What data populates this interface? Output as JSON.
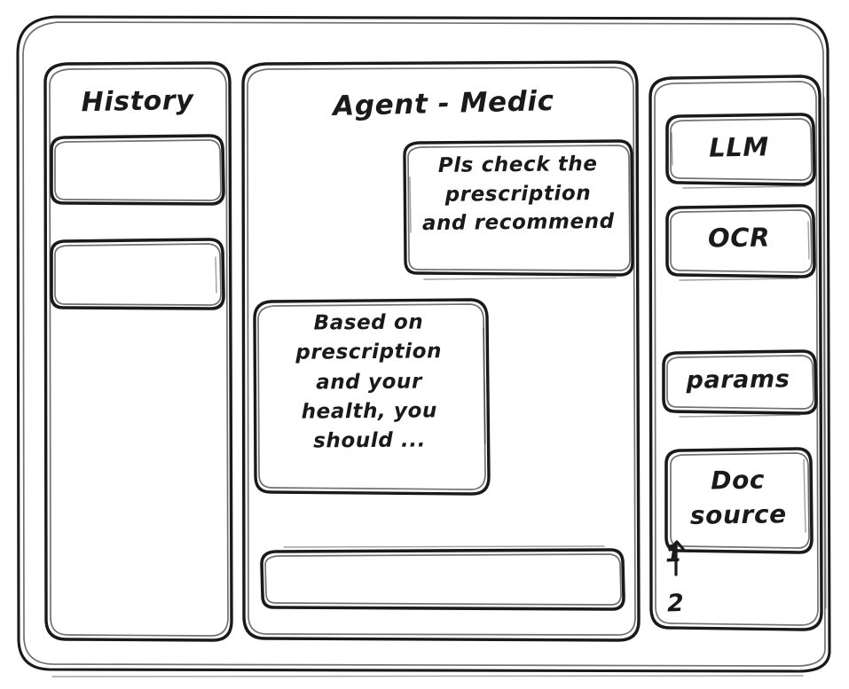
{
  "window": {
    "name": "agent-medic-wireframe"
  },
  "sidebar": {
    "title": "History",
    "items": [
      {
        "name": "history-item-1",
        "label": ""
      },
      {
        "name": "history-item-2",
        "label": ""
      }
    ]
  },
  "main": {
    "title": "Agent - Medic",
    "messages": [
      {
        "role": "user",
        "name": "user-message-bubble",
        "text": "Pls check the\nprescription\nand recommend"
      },
      {
        "role": "agent",
        "name": "agent-message-bubble",
        "text": "Based on\nprescription\nand your\nhealth, you\nshould ..."
      }
    ],
    "composer": {
      "name": "message-input",
      "value": "",
      "placeholder": ""
    }
  },
  "tools": {
    "buttons": [
      {
        "name": "tool-llm",
        "label": "LLM"
      },
      {
        "name": "tool-ocr",
        "label": "OCR"
      },
      {
        "name": "tool-params",
        "label": "params"
      },
      {
        "name": "tool-doc-source",
        "label": "Doc\nsource"
      }
    ],
    "doc_sources": [
      {
        "name": "doc-source-item-1",
        "label": "1"
      },
      {
        "name": "doc-source-item-2",
        "label": "2"
      }
    ]
  },
  "colors": {
    "ink": "#1a1a1a",
    "paper": "#ffffff"
  }
}
